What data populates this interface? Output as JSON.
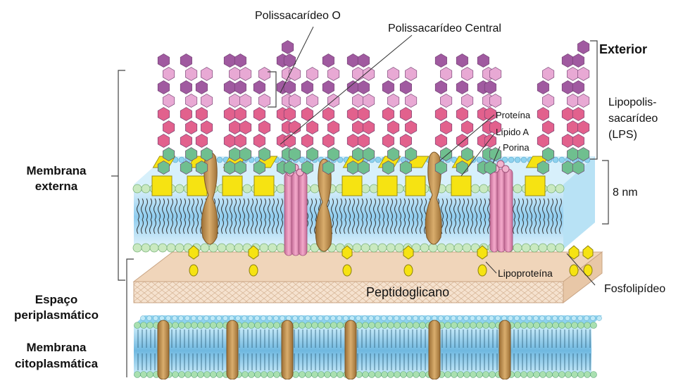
{
  "labels": {
    "o_polysaccharide": "Polissacarídeo O",
    "core_polysaccharide": "Polissacarídeo Central",
    "exterior": "Exterior",
    "lps_line1": "Lipopolis-",
    "lps_line2": "sacarídeo",
    "lps_line3": "(LPS)",
    "thickness": "8 nm",
    "protein": "Proteína",
    "lipid_a": "Lípido A",
    "porin": "Porina",
    "outer_membrane_line1": "Membrana",
    "outer_membrane_line2": "externa",
    "periplasm_line1": "Espaço",
    "periplasm_line2": "periplasmático",
    "cytoplasmic_line1": "Membrana",
    "cytoplasmic_line2": "citoplasmática",
    "lipoprotein": "Lipoproteína",
    "peptidoglycan": "Peptidoglicano",
    "phospholipid": "Fosfolipídeo"
  },
  "colors": {
    "pink_light": "#e8a9d4",
    "pink": "#e2618d",
    "purple": "#a05aa0",
    "green_hex": "#6fbf8f",
    "yellow": "#f6e312",
    "membrane_blue": "#9fd3f0",
    "head_green": "#c9e9c0",
    "head_blue": "#8fd3ef",
    "protein_brown": "#c79a5a",
    "porin_pink": "#e48fb4",
    "peptidoglycan": "#f3dcc6"
  },
  "icons": [
    "hexagon-sugar-icon",
    "lipid-a-square-icon",
    "porin-trimer-icon",
    "protein-blob-icon",
    "lipoprotein-icon"
  ]
}
